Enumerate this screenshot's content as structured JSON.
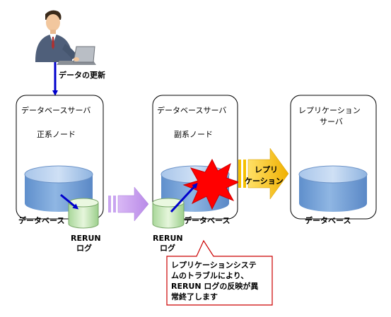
{
  "labels": {
    "data_update": "データの更新",
    "primary_server": "データベースサーバ",
    "primary_node": "正系ノード",
    "primary_db": "データベース",
    "primary_log_l1": "RERUN",
    "primary_log_l2": "ログ",
    "secondary_server": "データベースサーバ",
    "secondary_node": "副系ノード",
    "secondary_db": "データベース",
    "secondary_log_l1": "RERUN",
    "secondary_log_l2": "ログ",
    "replication_arrow_l1": "レプリ",
    "replication_arrow_l2": "ケーション",
    "replication_server_l1": "レプリケーション",
    "replication_server_l2": "サーバ",
    "replication_db": "データベース"
  },
  "callout": {
    "lines": [
      "レプリケーションシステ",
      "ムのトラブルにより、",
      "RERUN ログの反映が異",
      "常終了します"
    ]
  },
  "colors": {
    "db_cylinder": "#7fa9d9",
    "log_cylinder": "#cdebb9",
    "update_arrow": "#0000cc",
    "transfer_arrow": "#c8a0f0",
    "replication_arrow": "#f5c000",
    "error_burst": "#ff0000",
    "callout_border": "#cc0000",
    "server_border": "#000000"
  }
}
